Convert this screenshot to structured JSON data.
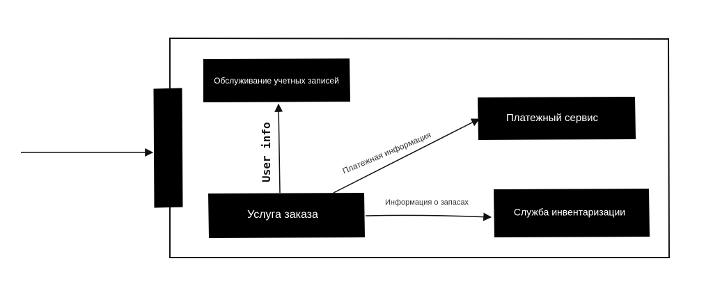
{
  "colors": {
    "box_fill": "#000000",
    "box_text": "#ffffff",
    "line": "#111111",
    "background": "#ffffff",
    "label_text": "#333333"
  },
  "nodes": {
    "account_service": "Обслуживание учетных записей",
    "payment_service": "Платежный сервис",
    "order_service": "Услуга заказа",
    "inventory_service": "Служба инвентаризации"
  },
  "edges": {
    "order_to_account": "User info",
    "order_to_payment": "Платежная информация",
    "order_to_inventory": "Информация о запасах"
  }
}
